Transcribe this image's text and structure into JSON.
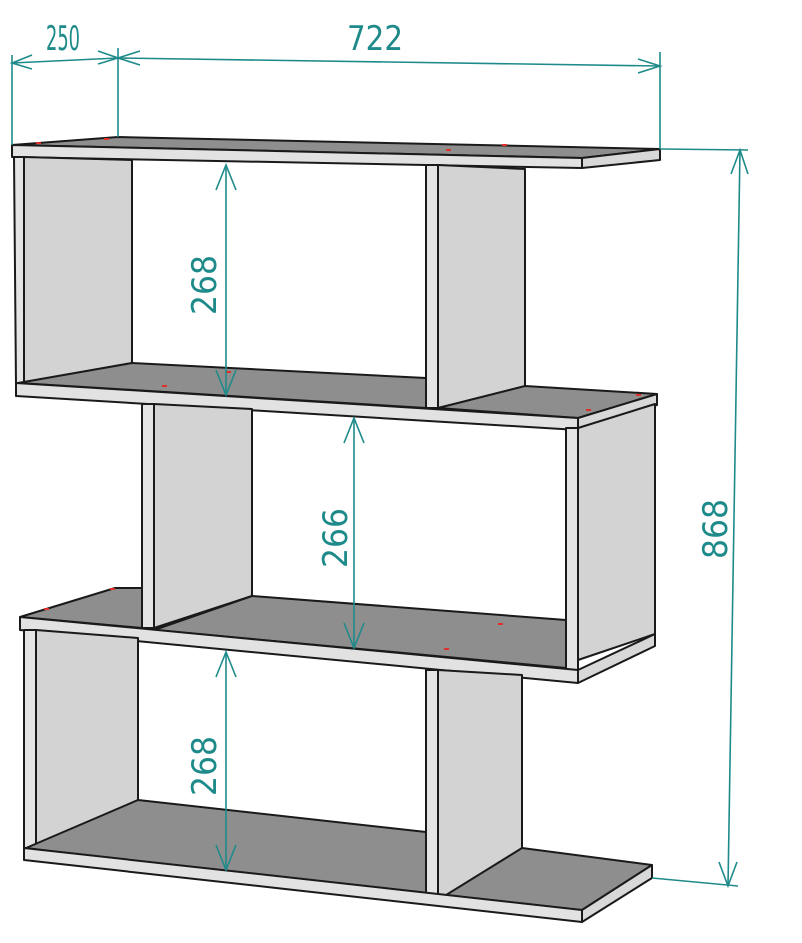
{
  "colors": {
    "dimension": "#1f8a8a",
    "top_face": "#8e8e8e",
    "front_edge": "#e2e2e2",
    "panel_side": "#d3d3d3",
    "outline": "#1a1a1a",
    "marker": "#e0302a"
  },
  "dimensions": {
    "depth": "250",
    "width": "722",
    "height": "868",
    "upper_gap": "268",
    "middle_gap": "266",
    "lower_gap": "268"
  }
}
